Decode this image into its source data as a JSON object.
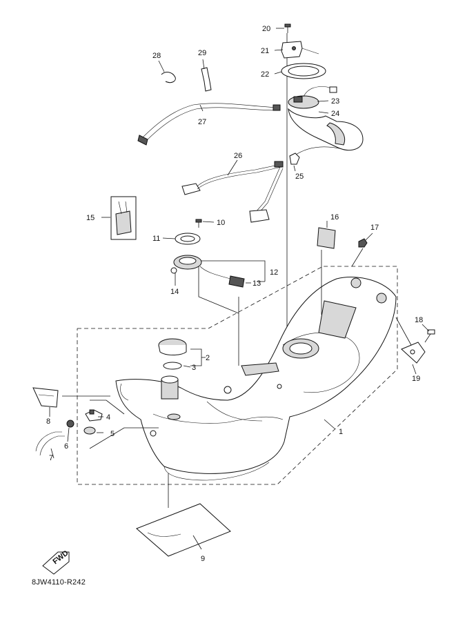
{
  "diagram_code": "8JW4110-R242",
  "fwd_label": "FWD",
  "callouts": [
    "1",
    "2",
    "3",
    "4",
    "5",
    "6",
    "7",
    "8",
    "9",
    "10",
    "11",
    "12",
    "13",
    "14",
    "15",
    "16",
    "17",
    "18",
    "19",
    "20",
    "21",
    "22",
    "23",
    "24",
    "25",
    "26",
    "27",
    "28",
    "29"
  ]
}
